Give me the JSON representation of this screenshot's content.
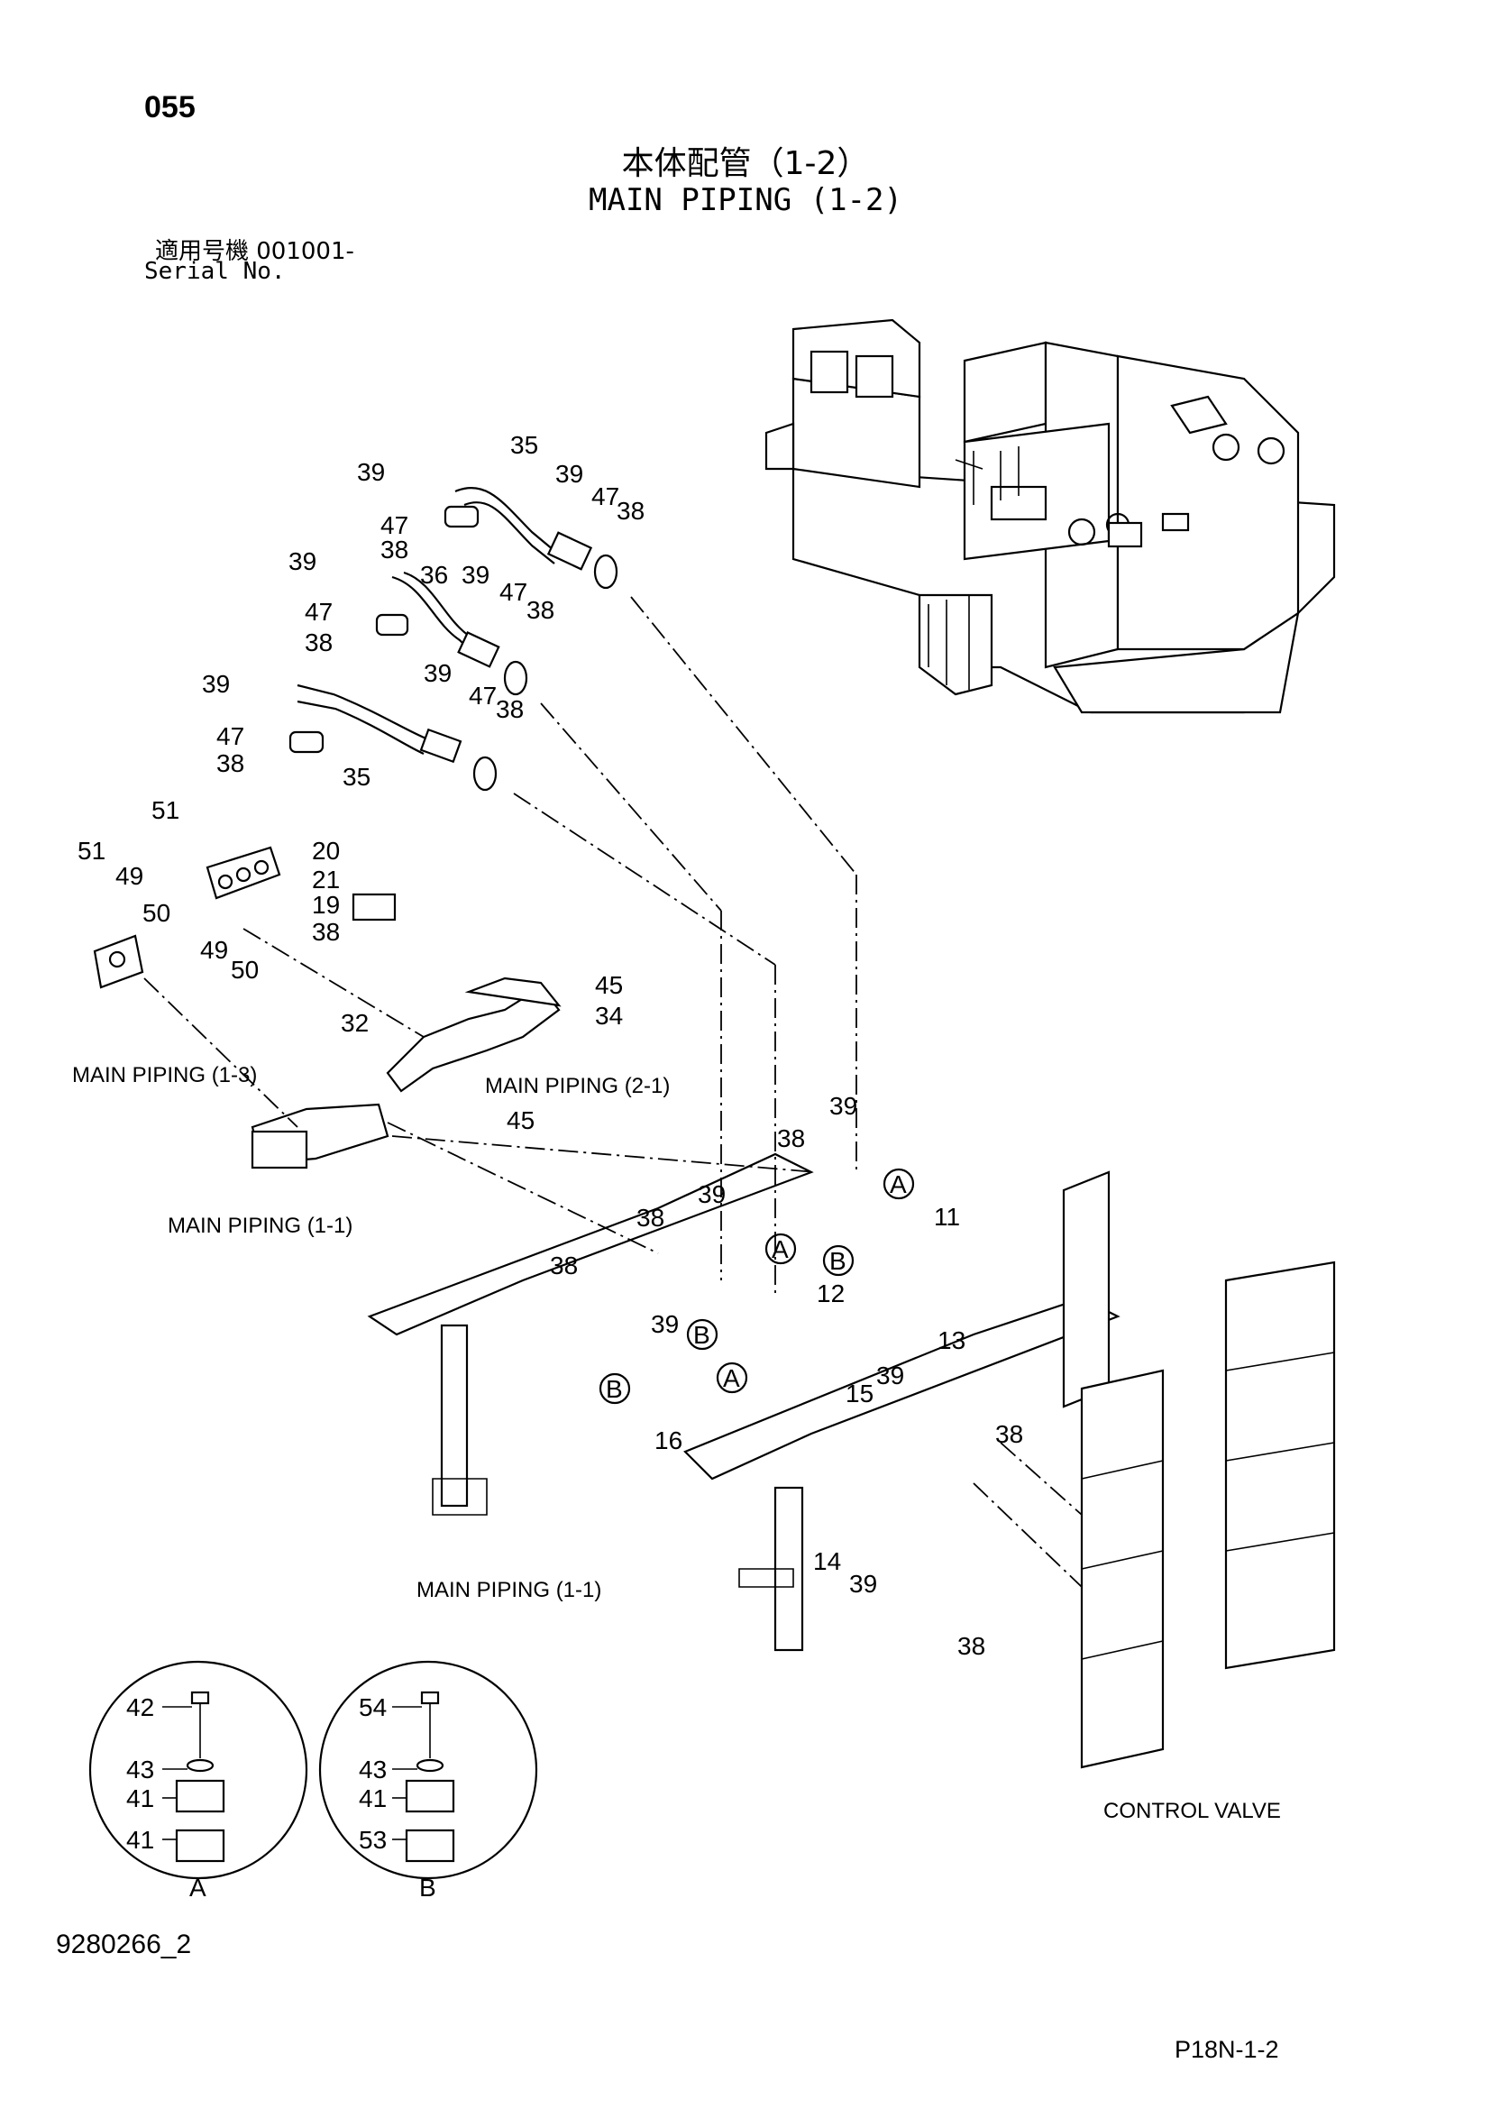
{
  "header": {
    "page_no": "055",
    "title_jp": "本体配管（1-2）",
    "title_en": "MAIN PIPING (1-2)",
    "serial_jp": "適用号機  001001-",
    "serial_en": "Serial No."
  },
  "footer": {
    "doc_id": "9280266_2",
    "page_code": "P18N-1-2"
  },
  "diagram": {
    "notes": {
      "main_piping_1_3": "MAIN  PIPING (1-3)",
      "main_piping_2_1": "MAIN  PIPING (2-1)",
      "main_piping_1_1_a": "MAIN  PIPING (1-1)",
      "main_piping_1_1_b": "MAIN  PIPING (1-1)",
      "control_valve": "CONTROL  VALVE"
    },
    "detail_letters": {
      "a": "A",
      "b": "B"
    },
    "part_numbers": {
      "n11": "11",
      "n12": "12",
      "n13": "13",
      "n14": "14",
      "n15": "15",
      "n16": "16",
      "n19": "19",
      "n20": "20",
      "n21": "21",
      "n32": "32",
      "n34": "34",
      "n35": "35",
      "n36": "36",
      "n38": "38",
      "n39": "39",
      "n41": "41",
      "n42": "42",
      "n43": "43",
      "n45": "45",
      "n47": "47",
      "n49": "49",
      "n50": "50",
      "n51": "51",
      "n53": "53",
      "n54": "54"
    },
    "detail_a": [
      "42",
      "43",
      "41",
      "41"
    ],
    "detail_b": [
      "54",
      "43",
      "41",
      "53"
    ]
  }
}
